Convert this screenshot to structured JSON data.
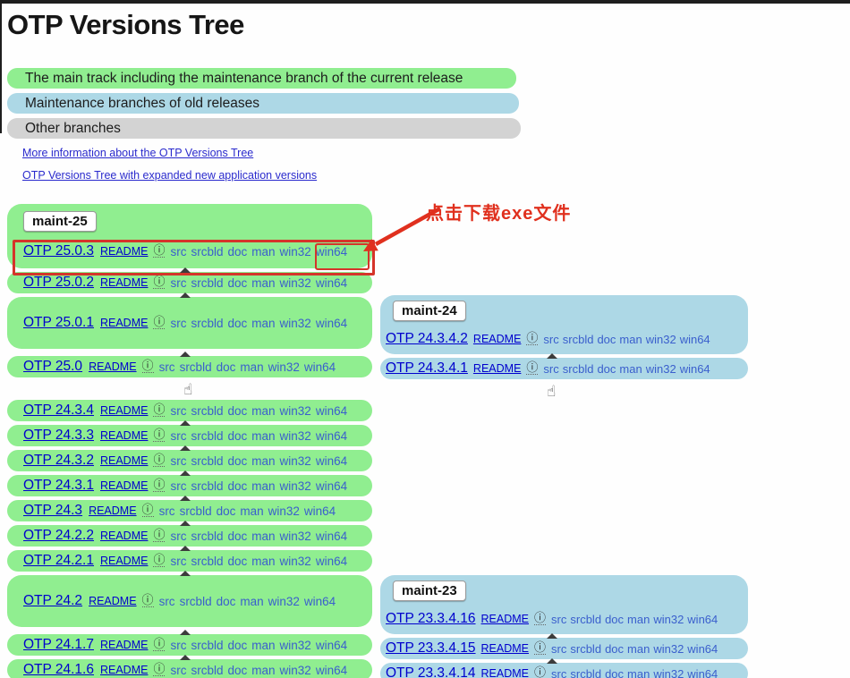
{
  "header": {
    "title": "OTP Versions Tree"
  },
  "legend": {
    "main_track": "The main track including the maintenance branch of the current release",
    "maintenance": "Maintenance branches of old releases",
    "other": "Other branches"
  },
  "info_links": {
    "more_info": "More information about the OTP Versions Tree",
    "expanded": "OTP Versions Tree with expanded new application versions"
  },
  "annotation": {
    "label": "点击下载exe文件",
    "color": "#e0301e"
  },
  "row_common": {
    "readme": "README",
    "info_icon": "ⓘ",
    "links": [
      "src",
      "srcbld",
      "doc",
      "man",
      "win32",
      "win64"
    ]
  },
  "colors": {
    "main_track_green": "#90ee90",
    "maintenance_blue": "#add8e6",
    "other_gray": "#d3d3d3",
    "link_primary": "#0000cd",
    "link_secondary": "#3a5fcd"
  },
  "left_column": {
    "nodes": [
      {
        "type": "branch",
        "label": "maint-25",
        "version": "OTP 25.0.3",
        "highlighted": true
      },
      {
        "type": "row",
        "version": "OTP 25.0.2"
      },
      {
        "type": "tall",
        "version": "OTP 25.0.1"
      },
      {
        "type": "row",
        "version": "OTP 25.0"
      },
      {
        "type": "hand"
      },
      {
        "type": "row",
        "version": "OTP 24.3.4"
      },
      {
        "type": "row",
        "version": "OTP 24.3.3"
      },
      {
        "type": "row",
        "version": "OTP 24.3.2"
      },
      {
        "type": "row",
        "version": "OTP 24.3.1"
      },
      {
        "type": "row",
        "version": "OTP 24.3"
      },
      {
        "type": "row",
        "version": "OTP 24.2.2"
      },
      {
        "type": "row",
        "version": "OTP 24.2.1"
      },
      {
        "type": "tall",
        "version": "OTP 24.2"
      },
      {
        "type": "row",
        "version": "OTP 24.1.7"
      },
      {
        "type": "row",
        "version": "OTP 24.1.6"
      }
    ]
  },
  "right_column": {
    "nodes": [
      {
        "type": "branch",
        "label": "maint-24",
        "version": "OTP 24.3.4.2"
      },
      {
        "type": "row",
        "version": "OTP 24.3.4.1"
      },
      {
        "type": "hand"
      },
      {
        "type": "gap"
      },
      {
        "type": "branch",
        "label": "maint-23",
        "version": "OTP 23.3.4.16"
      },
      {
        "type": "row",
        "version": "OTP 23.3.4.15"
      },
      {
        "type": "row",
        "version": "OTP 23.3.4.14"
      }
    ]
  },
  "icons": {
    "hand_cursor": "☝"
  }
}
